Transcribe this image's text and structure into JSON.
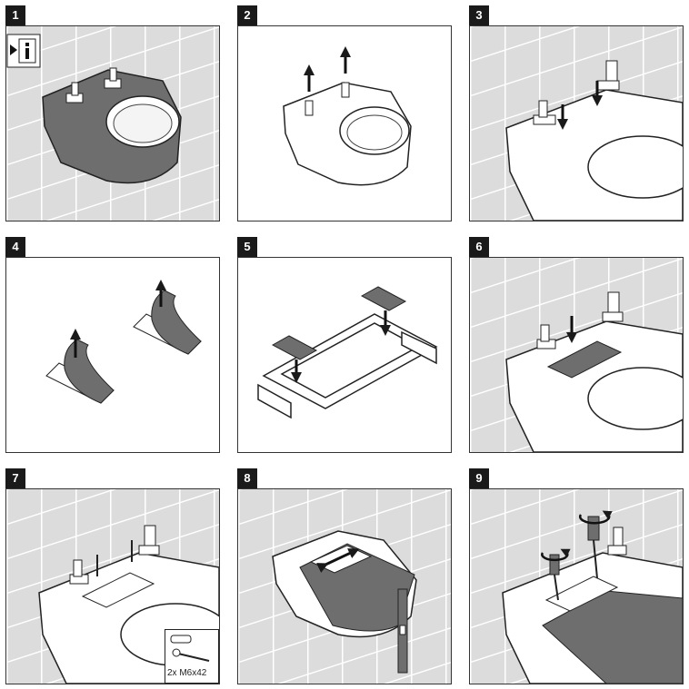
{
  "steps": [
    {
      "number": "1"
    },
    {
      "number": "2"
    },
    {
      "number": "3"
    },
    {
      "number": "4"
    },
    {
      "number": "5"
    },
    {
      "number": "6"
    },
    {
      "number": "7"
    },
    {
      "number": "8"
    },
    {
      "number": "9"
    }
  ],
  "screw_label": "2x M6x42",
  "colors": {
    "fill_dark": "#6e6e6e",
    "line": "#2a2a2a",
    "wall": "#d9d9d9"
  }
}
